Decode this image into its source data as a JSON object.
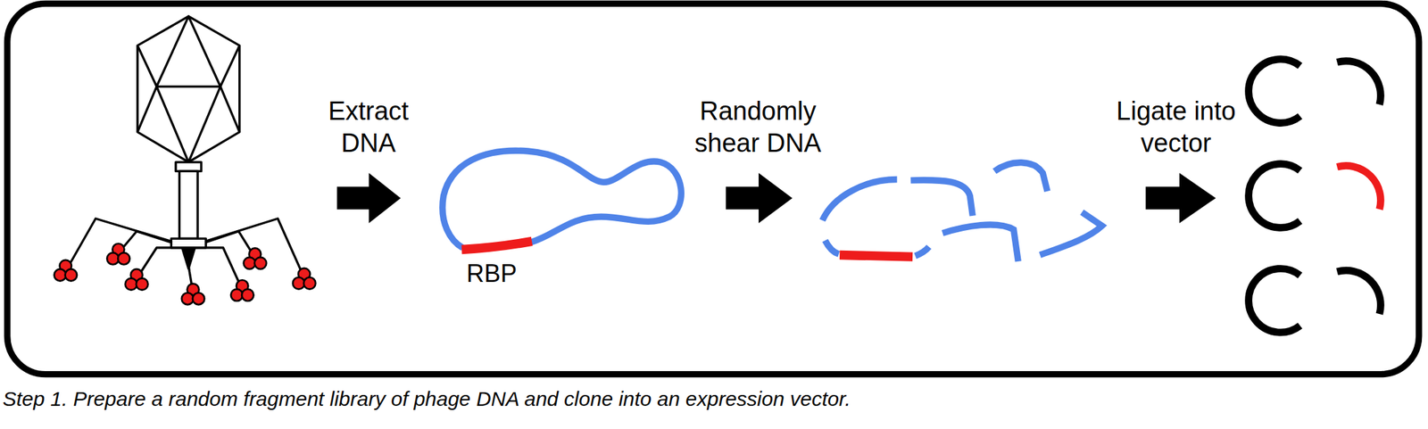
{
  "diagram": {
    "caption": "Step 1. Prepare a random fragment library of phage DNA and clone into an expression vector.",
    "labels": [
      "Extract DNA",
      "Randomly shear DNA",
      "Ligate into vector",
      "RBP"
    ]
  }
}
